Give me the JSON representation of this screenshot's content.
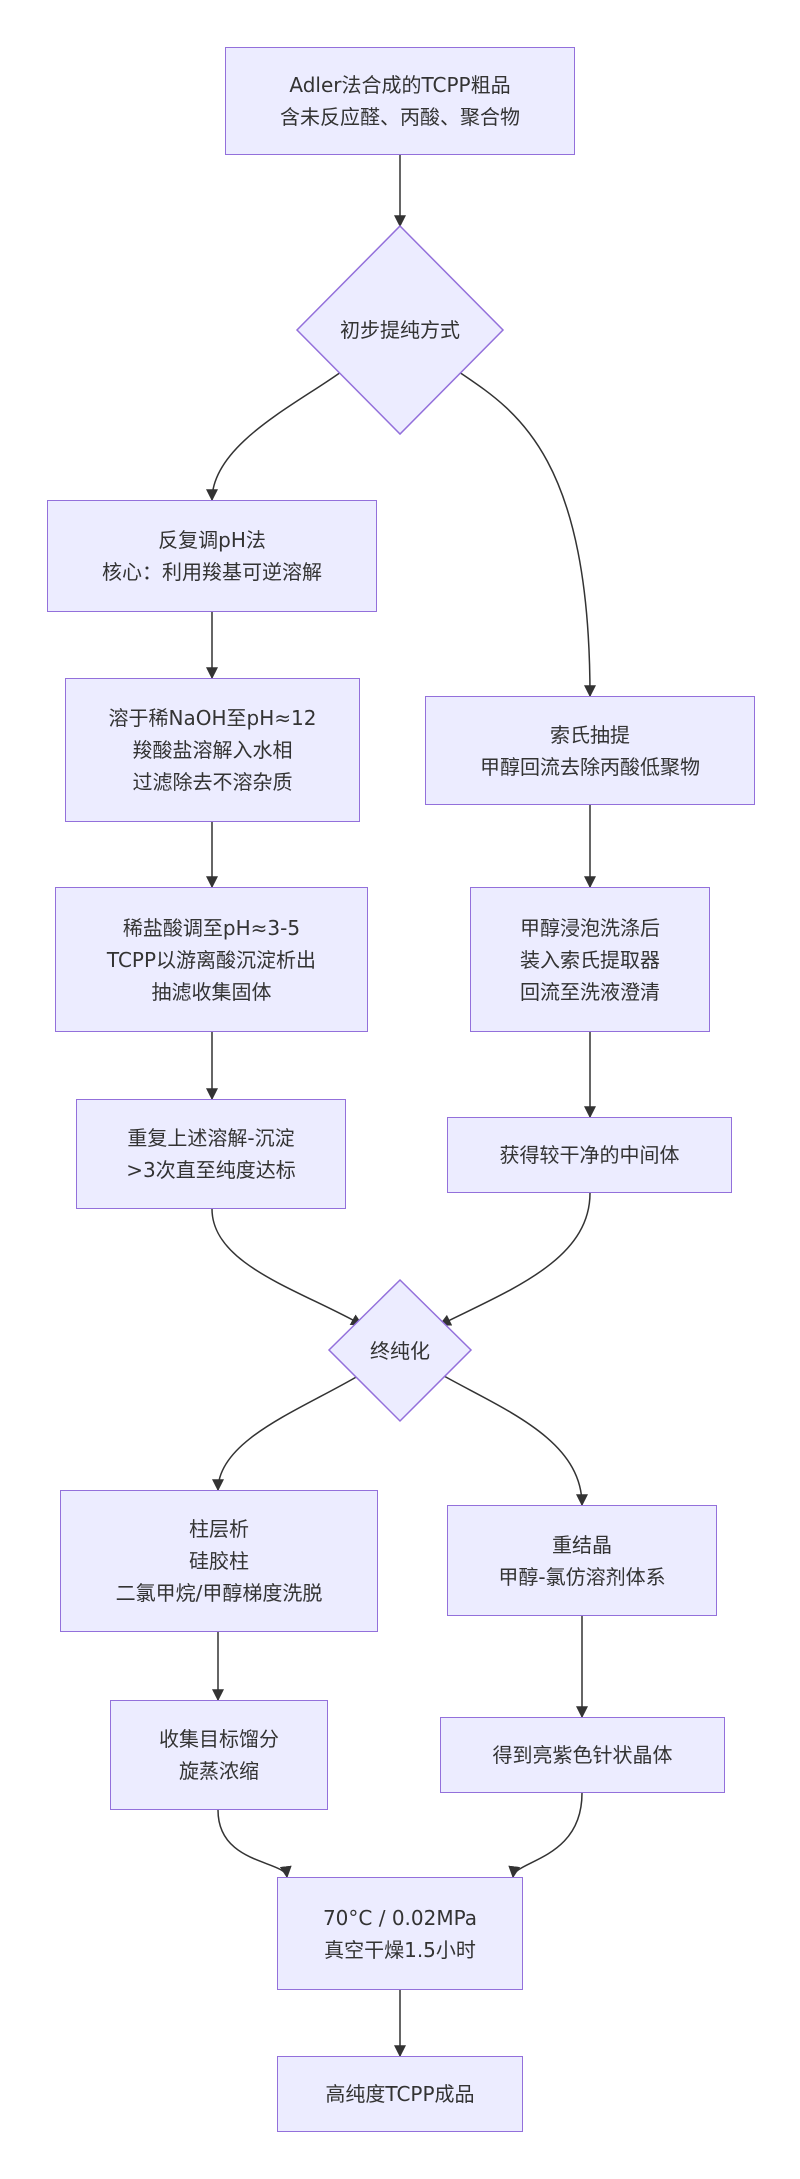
{
  "nodes": {
    "crude": {
      "lines": [
        "Adler法合成的TCPP粗品",
        "含未反应醛、丙酸、聚合物"
      ]
    },
    "decision1": {
      "lines": [
        "初步提纯方式"
      ]
    },
    "ph_method": {
      "lines": [
        "反复调pH法",
        "核心：利用羧基可逆溶解"
      ]
    },
    "dissolve": {
      "lines": [
        "溶于稀NaOH至pH≈12",
        "羧酸盐溶解入水相",
        "过滤除去不溶杂质"
      ]
    },
    "acidify": {
      "lines": [
        "稀盐酸调至pH≈3-5",
        "TCPP以游离酸沉淀析出",
        "抽滤收集固体"
      ]
    },
    "repeat": {
      "lines": [
        "重复上述溶解-沉淀",
        ">3次直至纯度达标"
      ]
    },
    "soxhlet": {
      "lines": [
        "索氏抽提",
        "甲醇回流去除丙酸低聚物"
      ]
    },
    "soak": {
      "lines": [
        "甲醇浸泡洗涤后",
        "装入索氏提取器",
        "回流至洗液澄清"
      ]
    },
    "intermediate": {
      "lines": [
        "获得较干净的中间体"
      ]
    },
    "decision2": {
      "lines": [
        "终纯化"
      ]
    },
    "column": {
      "lines": [
        "柱层析",
        "硅胶柱",
        "二氯甲烷/甲醇梯度洗脱"
      ]
    },
    "collect": {
      "lines": [
        "收集目标馏分",
        "旋蒸浓缩"
      ]
    },
    "recryst": {
      "lines": [
        "重结晶",
        "甲醇-氯仿溶剂体系"
      ]
    },
    "crystals": {
      "lines": [
        "得到亮紫色针状晶体"
      ]
    },
    "dry": {
      "lines": [
        "70°C / 0.02MPa",
        "真空干燥1.5小时"
      ]
    },
    "product": {
      "lines": [
        "高纯度TCPP成品"
      ]
    }
  },
  "colors": {
    "node_fill": "#ECECFF",
    "node_stroke": "#9370DB",
    "edge": "#333333",
    "text": "#333333"
  }
}
